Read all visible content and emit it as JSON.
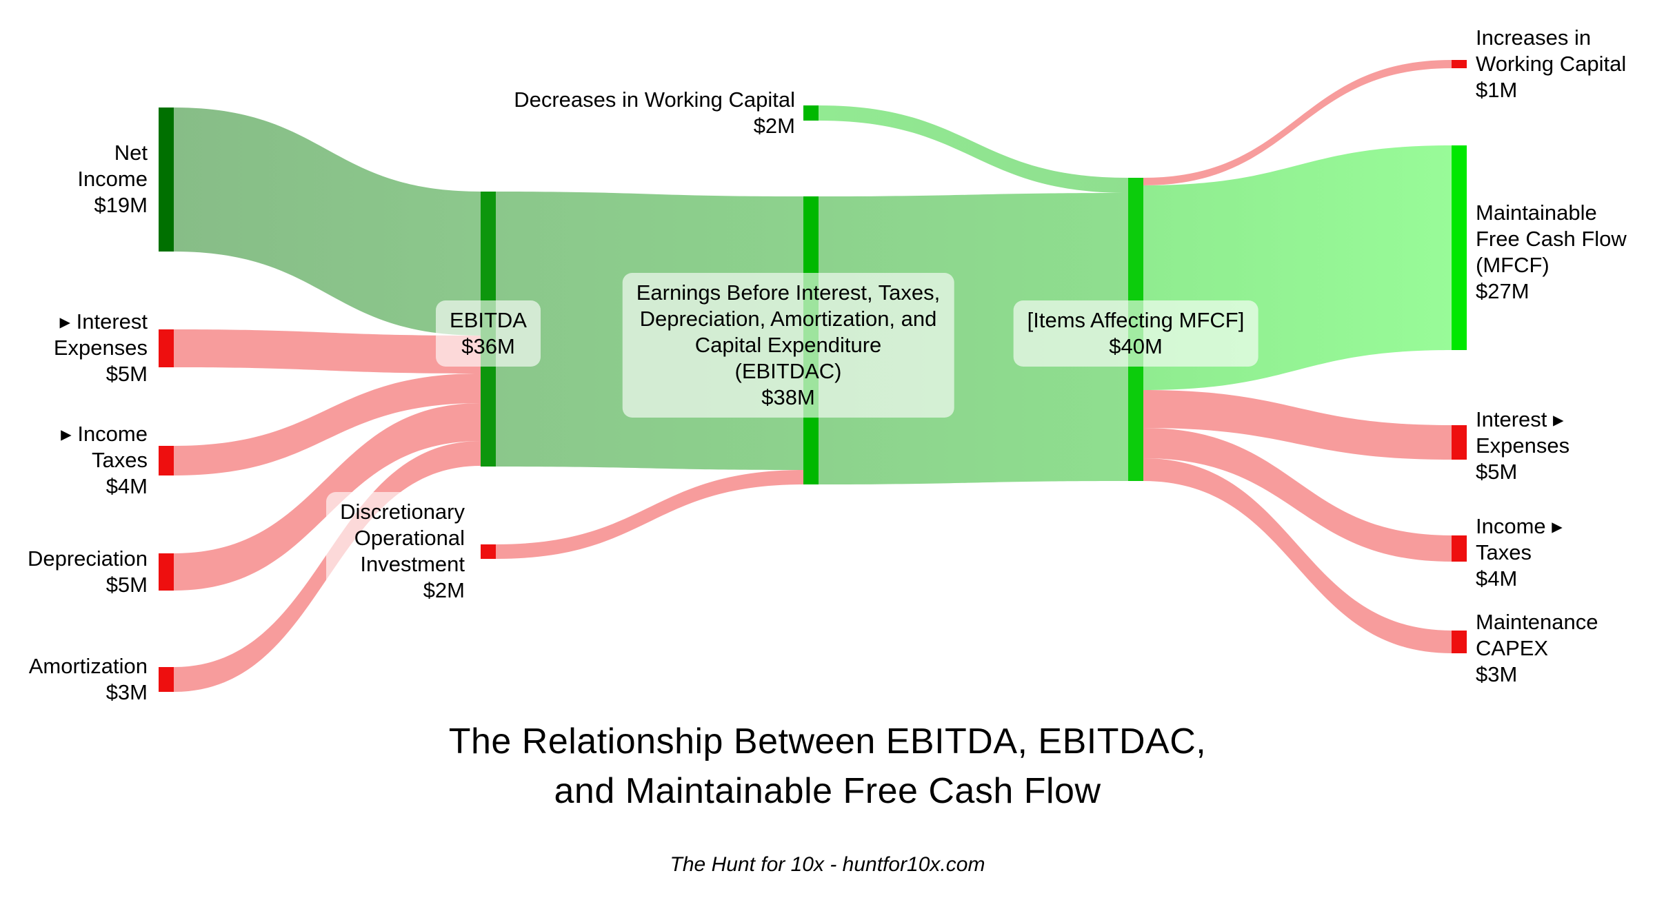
{
  "title": {
    "lines": [
      "The Relationship Between EBITDA, EBITDAC,",
      "and Maintainable Free Cash Flow"
    ]
  },
  "footer": {
    "text": "The Hunt for 10x - huntfor10x.com"
  },
  "colors": {
    "node_net_income": "#007000",
    "node_ebitda": "#0d960d",
    "node_ebitdac": "#00b800",
    "node_decreases_wc": "#00b800",
    "node_items": "#0ccc0c",
    "node_mfcf": "#00e800",
    "node_red": "#ee0f0f",
    "flow_ni_ebitda_a": "#87bd87",
    "flow_ni_ebitda_b": "#8cc88c",
    "flow_ebitda_ebitdac_a": "#8bc78b",
    "flow_ebitda_ebitdac_b": "#8dd28d",
    "flow_ebitdac_items_a": "#8dd28d",
    "flow_ebitdac_items_b": "#8fdf8f",
    "flow_items_mfcf_a": "#90ec90",
    "flow_items_mfcf_b": "#98fb98",
    "flow_decreases_items_a": "#92ea92",
    "flow_decreases_items_b": "#8fdf8f",
    "flow_red": "#f79c9c"
  },
  "chart_data": {
    "type": "sankey",
    "unit": "$M",
    "title": "The Relationship Between EBITDA, EBITDAC, and Maintainable Free Cash Flow",
    "source_note": "The Hunt for 10x - huntfor10x.com",
    "nodes": [
      {
        "id": "net_income",
        "label": "Net Income",
        "value": 19,
        "column": 1
      },
      {
        "id": "interest_expenses_in",
        "label": "Interest Expenses",
        "value": 5,
        "column": 1
      },
      {
        "id": "income_taxes_in",
        "label": "Income Taxes",
        "value": 4,
        "column": 1
      },
      {
        "id": "depreciation",
        "label": "Depreciation",
        "value": 5,
        "column": 1
      },
      {
        "id": "amortization",
        "label": "Amortization",
        "value": 3,
        "column": 1
      },
      {
        "id": "ebitda",
        "label": "EBITDA",
        "value": 36,
        "column": 2
      },
      {
        "id": "discretionary_operational_investment",
        "label": "Discretionary Operational Investment",
        "value": 2,
        "column": 2
      },
      {
        "id": "decreases_in_working_capital",
        "label": "Decreases in Working Capital",
        "value": 2,
        "column": 3
      },
      {
        "id": "ebitdac",
        "label": "Earnings Before Interest, Taxes, Depreciation, Amortization, and Capital Expenditure (EBITDAC)",
        "value": 38,
        "column": 3
      },
      {
        "id": "items_affecting_mfcf",
        "label": "[Items Affecting MFCF]",
        "value": 40,
        "column": 4
      },
      {
        "id": "increases_in_working_capital",
        "label": "Increases in Working Capital",
        "value": 1,
        "column": 5
      },
      {
        "id": "mfcf",
        "label": "Maintainable Free Cash Flow (MFCF)",
        "value": 27,
        "column": 5
      },
      {
        "id": "interest_expenses_out",
        "label": "Interest Expenses",
        "value": 5,
        "column": 5
      },
      {
        "id": "income_taxes_out",
        "label": "Income Taxes",
        "value": 4,
        "column": 5
      },
      {
        "id": "maintenance_capex",
        "label": "Maintenance CAPEX",
        "value": 3,
        "column": 5
      }
    ],
    "links": [
      {
        "source": "Net Income",
        "target": "EBITDA",
        "value": 19
      },
      {
        "source": "Interest Expenses",
        "target": "EBITDA",
        "value": 5
      },
      {
        "source": "Income Taxes",
        "target": "EBITDA",
        "value": 4
      },
      {
        "source": "Depreciation",
        "target": "EBITDA",
        "value": 5
      },
      {
        "source": "Amortization",
        "target": "EBITDA",
        "value": 3
      },
      {
        "source": "EBITDA",
        "target": "EBITDAC",
        "value": 36
      },
      {
        "source": "Discretionary Operational Investment",
        "target": "EBITDAC",
        "value": 2
      },
      {
        "source": "EBITDAC",
        "target": "[Items Affecting MFCF]",
        "value": 38
      },
      {
        "source": "Decreases in Working Capital",
        "target": "[Items Affecting MFCF]",
        "value": 2
      },
      {
        "source": "[Items Affecting MFCF]",
        "target": "Increases in Working Capital",
        "value": 1
      },
      {
        "source": "[Items Affecting MFCF]",
        "target": "Maintainable Free Cash Flow (MFCF)",
        "value": 27
      },
      {
        "source": "[Items Affecting MFCF]",
        "target": "Interest Expenses",
        "value": 5
      },
      {
        "source": "[Items Affecting MFCF]",
        "target": "Income Taxes",
        "value": 4
      },
      {
        "source": "[Items Affecting MFCF]",
        "target": "Maintenance CAPEX",
        "value": 3
      }
    ]
  },
  "labels": {
    "net_income": [
      "Net",
      "Income",
      "$19M"
    ],
    "interest_in": [
      "▸ Interest",
      "Expenses",
      "$5M"
    ],
    "taxes_in": [
      "▸ Income",
      "Taxes",
      "$4M"
    ],
    "depreciation": [
      "Depreciation",
      "$5M"
    ],
    "amortization": [
      "Amortization",
      "$3M"
    ],
    "ebitda": [
      "EBITDA",
      "$36M"
    ],
    "doi": [
      "Discretionary",
      "Operational",
      "Investment",
      "$2M"
    ],
    "decreases_wc": [
      "Decreases in Working Capital",
      "$2M"
    ],
    "ebitdac": [
      "Earnings Before Interest, Taxes,",
      "Depreciation, Amortization, and",
      "Capital Expenditure",
      "(EBITDAC)",
      "$38M"
    ],
    "items": [
      "[Items Affecting MFCF]",
      "$40M"
    ],
    "increases_wc": [
      "Increases in",
      "Working Capital",
      "$1M"
    ],
    "mfcf": [
      "Maintainable",
      "Free Cash Flow",
      "(MFCF)",
      "$27M"
    ],
    "interest_out": [
      "Interest ▸",
      "Expenses",
      "$5M"
    ],
    "taxes_out": [
      "Income ▸",
      "Taxes",
      "$4M"
    ],
    "capex": [
      "Maintenance",
      "CAPEX",
      "$3M"
    ]
  }
}
